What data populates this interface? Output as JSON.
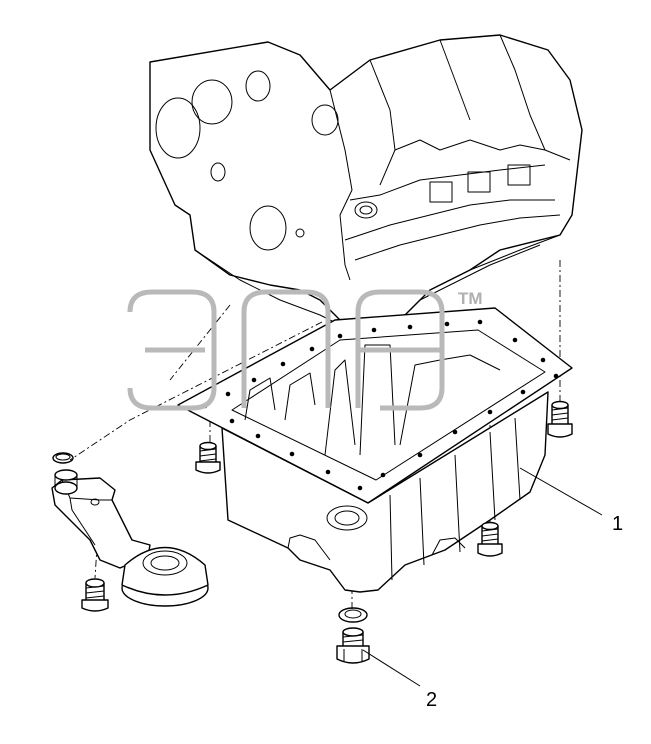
{
  "watermark": {
    "tm": "TM"
  },
  "callouts": [
    {
      "label": "1"
    },
    {
      "label": "2"
    }
  ],
  "colors": {
    "line": "#000000",
    "watermark": "#b9b9b9",
    "background": "#ffffff"
  }
}
